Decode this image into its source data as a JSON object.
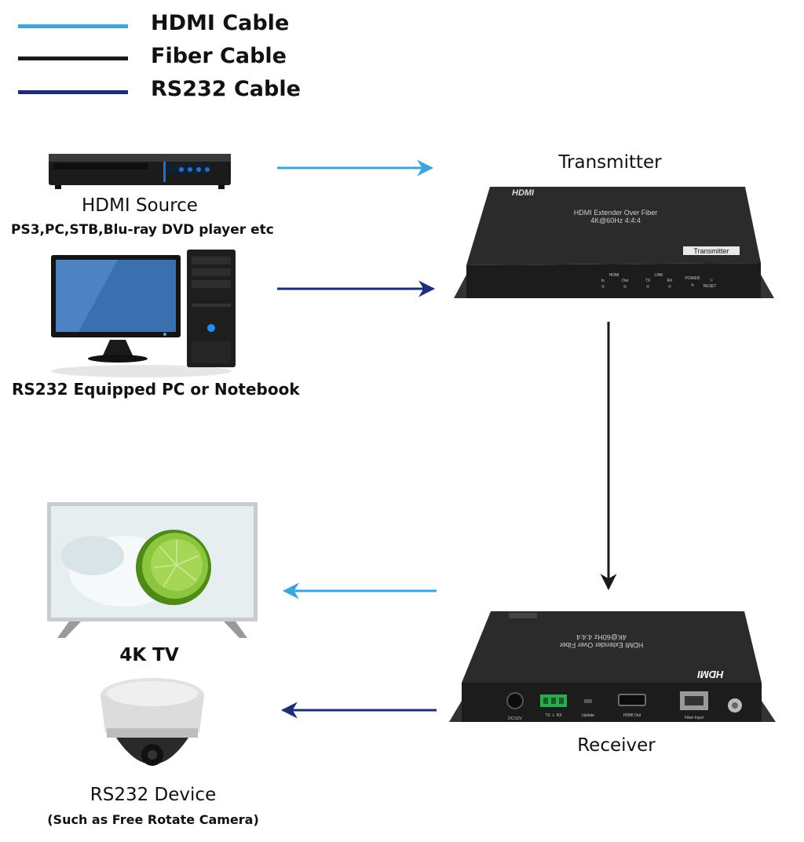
{
  "legend": [
    {
      "label": "HDMI Cable",
      "color": "#3aa6dc"
    },
    {
      "label": "Fiber Cable",
      "color": "#1a1a1a"
    },
    {
      "label": "RS232 Cable",
      "color": "#1c2d7a"
    }
  ],
  "devices": {
    "hdmi_source": {
      "title": "HDMI Source",
      "subtitle": "PS3,PC,STB,Blu-ray DVD player etc"
    },
    "rs232_pc": {
      "title": "RS232 Equipped PC or Notebook"
    },
    "tv": {
      "title": "4K TV"
    },
    "rs232_device": {
      "title": "RS232 Device",
      "subtitle": "(Such as Free Rotate Camera)"
    },
    "transmitter": {
      "title": "Transmitter",
      "logo": "HDMI",
      "product_line1": "HDMI Extender Over Fiber",
      "product_line2": "4K@60Hz 4:4:4",
      "badge": "Transmitter",
      "port_labels": {
        "hdmi": "HDMI",
        "in": "In",
        "out": "Out",
        "link": "LINK",
        "tx": "TX",
        "rx": "RX",
        "power": "POWER",
        "reset": "RESET"
      }
    },
    "receiver": {
      "title": "Receiver",
      "logo": "HDMI",
      "product_line1": "HDMI Extender Over Fiber",
      "product_line2": "4K@60Hz 4:4:4",
      "port_labels": {
        "dc": "DC/12V",
        "txrx": "TX ⏚ RX",
        "update": "Update",
        "hdmi_out": "HDMI Out",
        "fiber_input": "Fiber Input"
      }
    }
  },
  "colors": {
    "hdmi": "#3aa6dc",
    "fiber": "#1a1a1a",
    "rs232": "#1c2d7a",
    "device_body": "#2b2b2b"
  }
}
